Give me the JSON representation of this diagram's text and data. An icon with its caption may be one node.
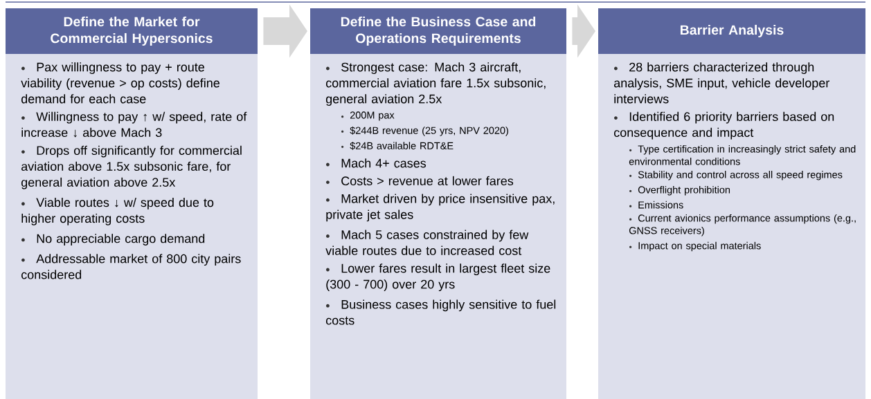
{
  "diagram": {
    "nodes": [
      {
        "text": [
          "Define the Market for Commercial Hypersonics",
          "Pax willingness to pay + route viability (revenue > op costs) define demand for each case",
          "Willingness to pay ↑ w/ speed, rate of increase ↓ above Mach 3",
          "Drops off significantly for commercial aviation above 1.5x subsonic fare, for general aviation above 2.5x",
          "Viable routes ↓ w/ speed due to higher operating costs",
          "No appreciable cargo demand",
          "Addressable market of 800 city pairs considered"
        ]
      },
      {
        "text": [
          "Define the Business Case and Operations Requirements",
          "Strongest case: Mach 3 aircraft, commercial aviation fare 1.5x subsonic, general aviation 2.5x",
          "200M pax",
          "$244B revenue (25 yrs, NPV 2020)",
          "$24B available RDT&E",
          "Mach 4+ cases",
          "Costs > revenue at lower fares",
          "Market driven by price insensitive pax, private jet sales",
          "Mach 5 cases constrained by few viable routes due to increased cost",
          "Lower fares result in largest fleet size (300 - 700) over 20 yrs",
          "Business cases highly sensitive to fuel costs"
        ]
      },
      {
        "text": [
          "Barrier Analysis",
          "28 barriers characterized through analysis, SME input, vehicle developer interviews",
          "Identified 6 priority barriers based on consequence and impact",
          "Type certification in increasingly strict safety and environmental conditions",
          "Stability and control across all speed regimes",
          "Overflight prohibition",
          "Emissions",
          "Current avionics performance assumptions (e.g., GNSS receivers)",
          "Impact on special materials"
        ]
      }
    ],
    "edges": [
      {
        "from": 0,
        "to": 1,
        "arrow": "to"
      },
      {
        "from": 1,
        "to": 2,
        "arrow": "to"
      }
    ]
  }
}
